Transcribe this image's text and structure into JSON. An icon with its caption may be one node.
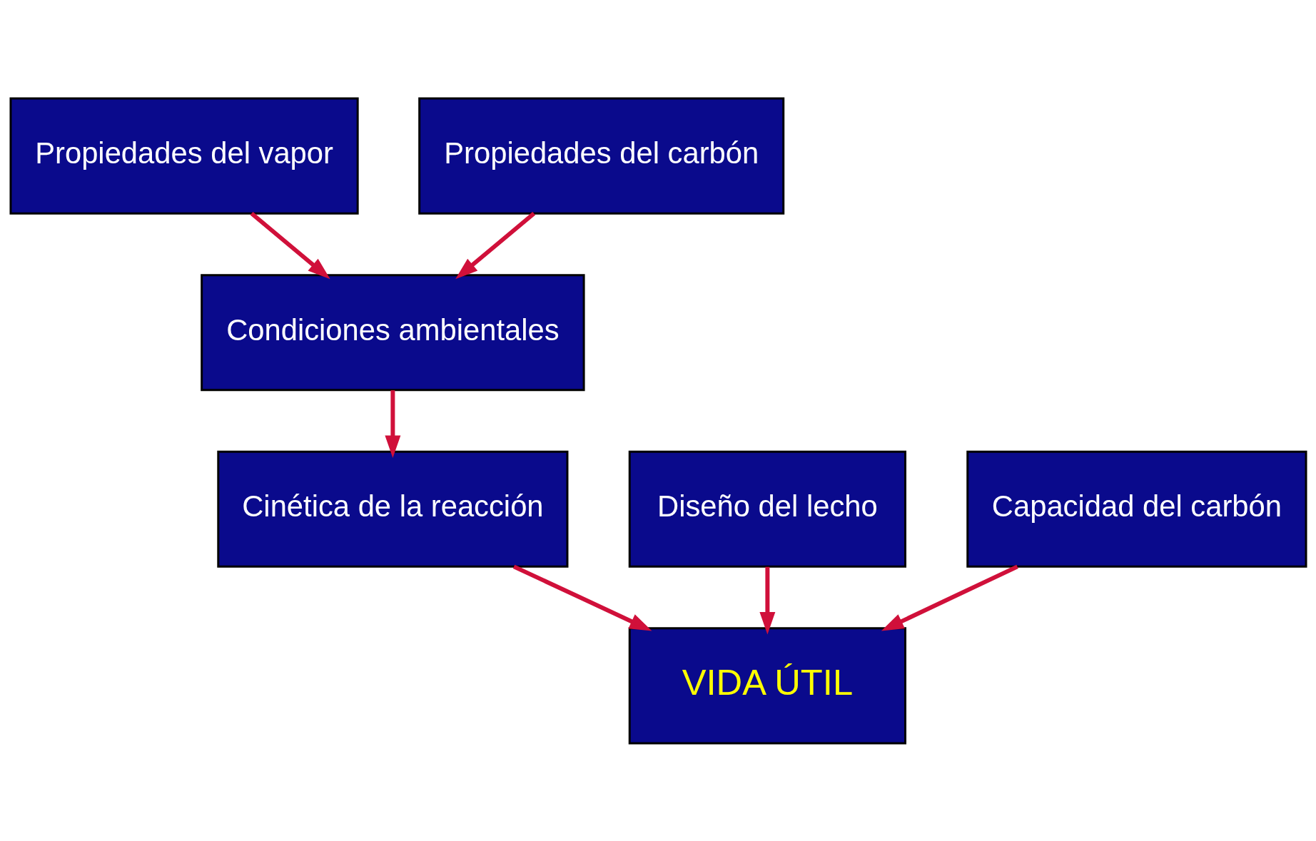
{
  "diagram": {
    "nodes": [
      {
        "text": [
          "Propiedades del vapor"
        ]
      },
      {
        "text": [
          "Propiedades del carbón"
        ]
      },
      {
        "text": [
          "Condiciones ambientales"
        ]
      },
      {
        "text": [
          "Diseño del lecho"
        ]
      },
      {
        "text": [
          "Cinética de la reacción"
        ]
      },
      {
        "text": [
          "Capacidad del carbón"
        ]
      },
      {
        "text": [
          "VIDA ÚTIL"
        ]
      }
    ],
    "edges": [
      {
        "from": 0,
        "to": 2,
        "arrow": "to"
      },
      {
        "from": 1,
        "to": 2,
        "arrow": "to"
      },
      {
        "from": 2,
        "to": 4,
        "arrow": "to"
      },
      {
        "from": 3,
        "to": 6,
        "arrow": "to"
      },
      {
        "from": 4,
        "to": 6,
        "arrow": "to"
      },
      {
        "from": 5,
        "to": 6,
        "arrow": "to"
      }
    ]
  }
}
